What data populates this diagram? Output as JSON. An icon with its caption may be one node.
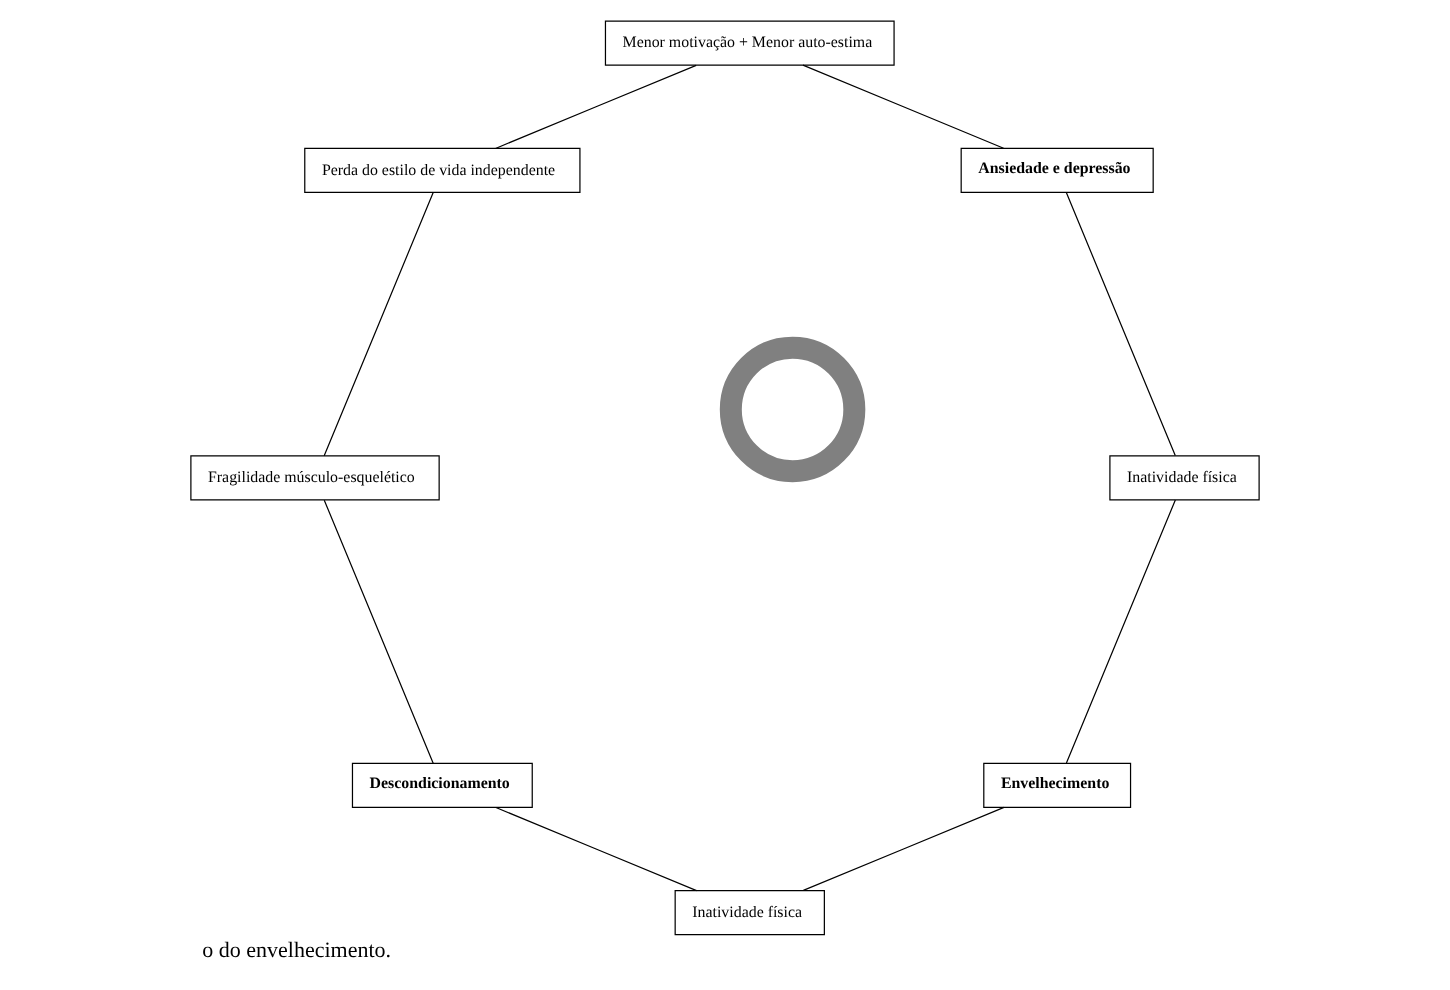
{
  "diagram": {
    "caption": "o do envelhecimento.",
    "nodes": [
      {
        "text": [
          "Envelhecimento"
        ]
      },
      {
        "text": [
          "Inatividade física"
        ]
      },
      {
        "text": [
          "Inatividade física"
        ]
      },
      {
        "text": [
          "Ansiedade e depressão"
        ]
      },
      {
        "text": [
          "Descondicionamento"
        ]
      },
      {
        "text": [
          "Menor motivação + Menor auto-estima"
        ]
      },
      {
        "text": [
          "Fragilidade músculo-esquelético"
        ]
      },
      {
        "text": [
          "Perda do estilo de vida independente"
        ]
      },
      {
        "text": [],
        "shape": "circle"
      }
    ],
    "edges": [
      {
        "from": 0,
        "to": 2,
        "arrow": "none"
      },
      {
        "from": 2,
        "to": 4,
        "arrow": "none"
      },
      {
        "from": 4,
        "to": 6,
        "arrow": "none"
      },
      {
        "from": 6,
        "to": 7,
        "arrow": "none"
      },
      {
        "from": 7,
        "to": 5,
        "arrow": "none"
      },
      {
        "from": 5,
        "to": 3,
        "arrow": "none"
      },
      {
        "from": 3,
        "to": 1,
        "arrow": "none"
      },
      {
        "from": 1,
        "to": 0,
        "arrow": "none"
      }
    ]
  }
}
